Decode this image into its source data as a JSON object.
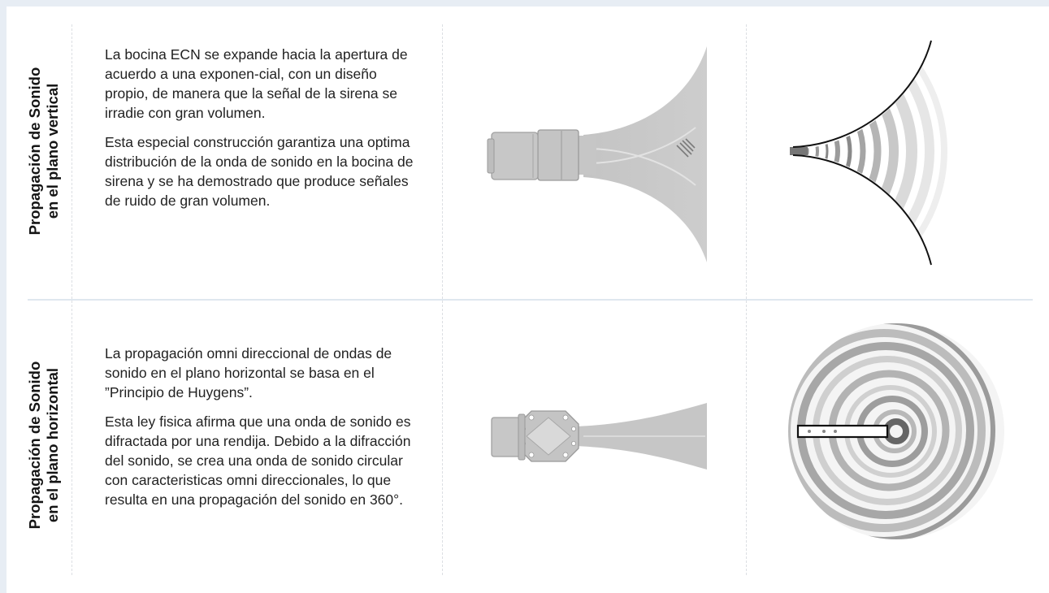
{
  "rows": [
    {
      "label_line1": "Propagación de Sonido",
      "label_line2": "en el plano vertical",
      "paragraph1": "La bocina ECN se expande hacia la apertura de acuerdo a una exponen-cial, con un diseño propio, de manera que la señal de la sirena se irradie con gran volumen.",
      "paragraph2": "Esta especial construcción garantiza una optima distribución de la onda de sonido en la bocina de sirena y se ha demostrado que produce señales de ruido de gran volumen.",
      "horn_image_icon": "horn-side-view-icon",
      "wave_image_icon": "vertical-wave-propagation-icon"
    },
    {
      "label_line1": "Propagación de Sonido",
      "label_line2": "en el plano horizontal",
      "paragraph1": "La propagación omni direccional de ondas de sonido en el plano horizontal se basa en el ”Principio de Huygens”.",
      "paragraph2": "Esta ley fisica afirma que una onda de sonido es difractada por una rendija. Debido a la difracción del sonido, se crea una onda de sonido circular con caracteristicas omni direccionales, lo que resulta en una propagación del sonido en 360°.",
      "horn_image_icon": "horn-top-view-icon",
      "wave_image_icon": "circular-wave-propagation-icon"
    }
  ],
  "colors": {
    "frame": "#e7edf4",
    "divider": "#dfe7ef",
    "dashed": "#dcdfe3",
    "horn_gray": "#c8c8c8",
    "wave_gray": "#9a9a9a"
  }
}
